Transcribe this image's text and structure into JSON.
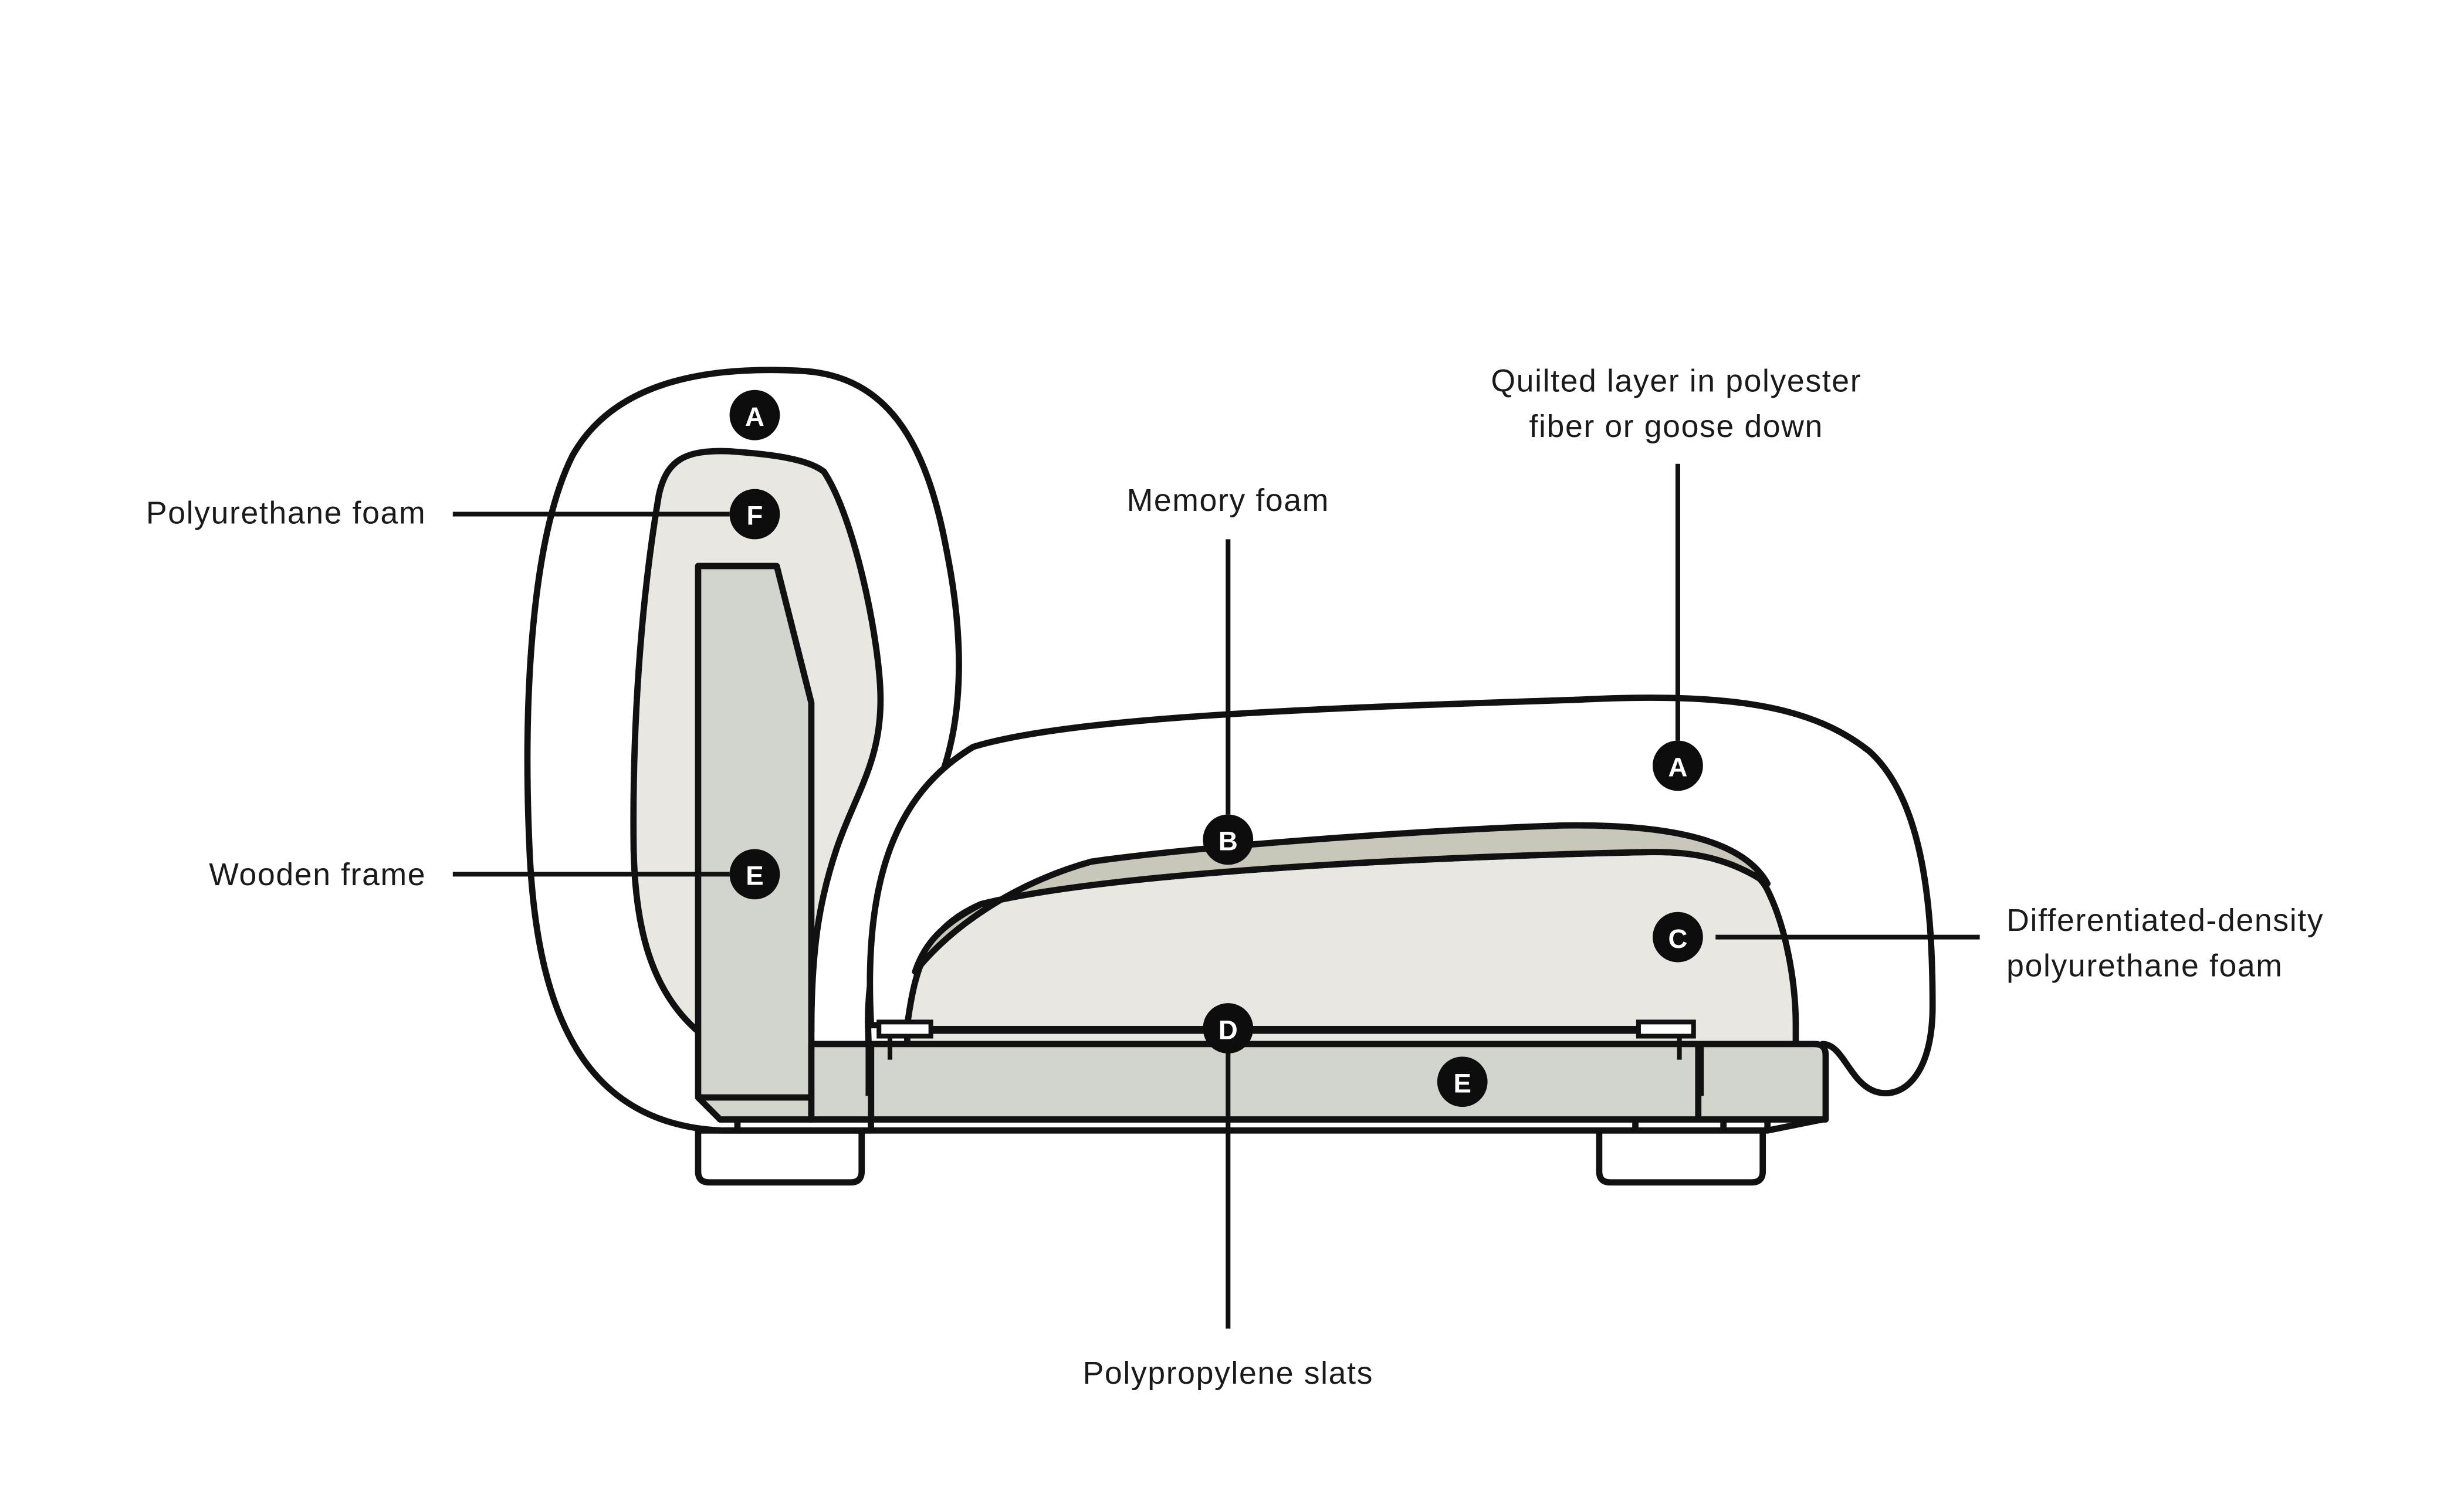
{
  "colors": {
    "background": "#ffffff",
    "line": "#111111",
    "quilted_layer": "#ffffff",
    "foam_light": "#e8e7e1",
    "memory_foam": "#c9c7b9",
    "wooden_frame": "#d2d4ce",
    "marker": "#0d0d0d"
  },
  "labels": {
    "polyurethane_foam": "Polyurethane foam",
    "wooden_frame": "Wooden frame",
    "memory_foam": "Memory foam",
    "quilted_line1": "Quilted layer in polyester",
    "quilted_line2": "fiber or goose down",
    "differentiated_line1": "Differentiated-density",
    "differentiated_line2": "polyurethane foam",
    "polypropylene_slats": "Polypropylene slats"
  },
  "markers": {
    "back_quilted": "A",
    "back_foam": "F",
    "back_frame": "E",
    "seat_quilted": "A",
    "memory_foam": "B",
    "seat_foam": "C",
    "slats": "D",
    "base_frame": "E"
  }
}
